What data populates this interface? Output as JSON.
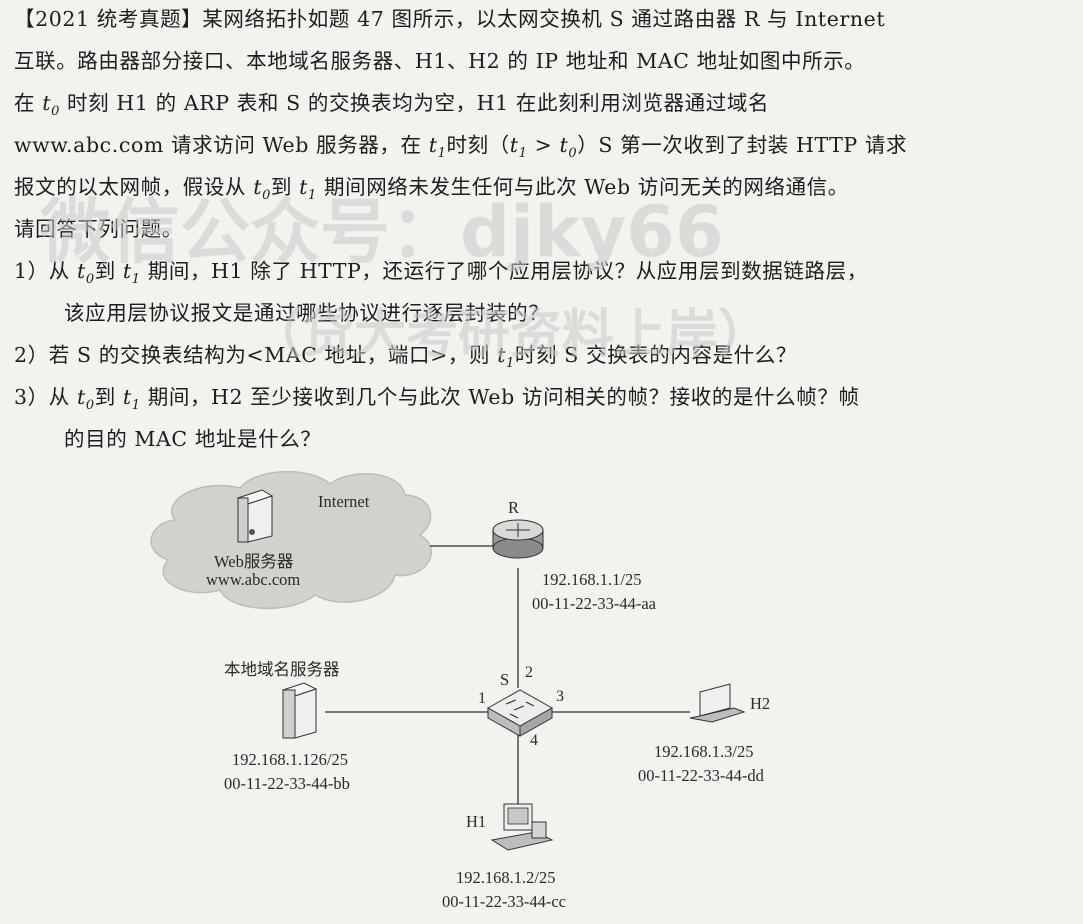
{
  "question": {
    "source_tag": "【2021 统考真题】",
    "l1_text": "某网络拓扑如题 47 图所示，以太网交换机 S 通过路由器 R 与 Internet",
    "l2": "互联。路由器部分接口、本地域名服务器、H1、H2 的 IP 地址和 MAC 地址如图中所示。",
    "l3_a": "在 ",
    "t": "t",
    "s0": "0",
    "s1": "1",
    "l3_b": " 时刻 H1 的 ARP 表和 S 的交换表均为空，H1 在此刻利用浏览器通过域名",
    "l4_a": "www.abc.com 请求访问 Web 服务器，在 ",
    "l4_b": "时刻（",
    "l4_c": " > ",
    "l4_d": "）S 第一次收到了封装 HTTP 请求",
    "l5_a": "报文的以太网帧，假设从 ",
    "l5_b": "到 ",
    "l5_c": " 期间网络未发生任何与此次 Web 访问无关的网络通信。",
    "l6": "请回答下列问题。",
    "q1_a": "1）从 ",
    "q1_b": "到 ",
    "q1_c": " 期间，H1 除了 HTTP，还运行了哪个应用层协议？从应用层到数据链路层，",
    "q1_d": "该应用层协议报文是通过哪些协议进行逐层封装的？",
    "q2_a": "2）若 S 的交换表结构为<MAC 地址，端口>，则 ",
    "q2_b": "时刻 S 交换表的内容是什么？",
    "q3_a": "3）从 ",
    "q3_b": "到 ",
    "q3_c": " 期间，H2 至少接收到几个与此次 Web 访问相关的帧？接收的是什么帧？帧",
    "q3_d": "的目的 MAC 地址是什么？"
  },
  "watermark": {
    "line1": "微信公众号：djky66",
    "line2": "（贷大考研资料上岸）"
  },
  "diagram": {
    "internet": "Internet",
    "web_server": "Web服务器",
    "web_domain": "www.abc.com",
    "router_name": "R",
    "router_ip": "192.168.1.1/25",
    "router_mac": "00-11-22-33-44-aa",
    "switch_name": "S",
    "ports": [
      "1",
      "2",
      "3",
      "4"
    ],
    "dns_name": "本地域名服务器",
    "dns_ip": "192.168.1.126/25",
    "dns_mac": "00-11-22-33-44-bb",
    "h2_name": "H2",
    "h2_ip": "192.168.1.3/25",
    "h2_mac": "00-11-22-33-44-dd",
    "h1_name": "H1",
    "h1_ip": "192.168.1.2/25",
    "h1_mac": "00-11-22-33-44-cc"
  }
}
